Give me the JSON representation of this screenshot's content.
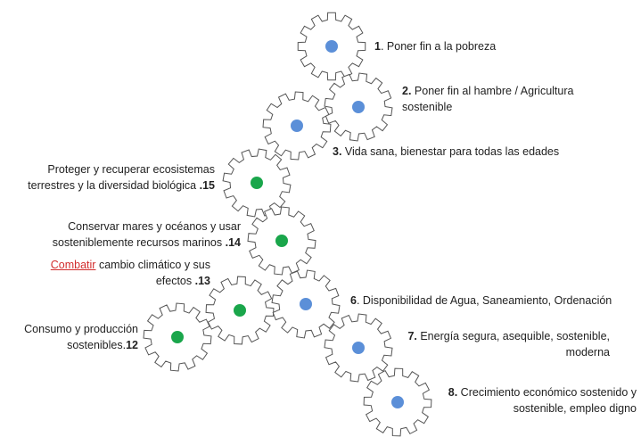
{
  "colors": {
    "gear_stroke": "#555555",
    "gear_fill": "#ffffff",
    "dot_blue": "#5b8fd8",
    "dot_green": "#1aa64b",
    "link_red": "#d22c2c"
  },
  "gears": [
    {
      "id": "goal-1",
      "dot": "blue"
    },
    {
      "id": "goal-2",
      "dot": "blue"
    },
    {
      "id": "goal-3",
      "dot": "blue"
    },
    {
      "id": "goal-15",
      "dot": "green"
    },
    {
      "id": "goal-14",
      "dot": "green"
    },
    {
      "id": "goal-13",
      "dot": "green"
    },
    {
      "id": "goal-6",
      "dot": "blue"
    },
    {
      "id": "goal-12",
      "dot": "green"
    },
    {
      "id": "goal-7",
      "dot": "blue"
    },
    {
      "id": "goal-8",
      "dot": "blue"
    }
  ],
  "labels": {
    "g1": {
      "num": "1",
      "text": ". Poner fin a la pobreza"
    },
    "g2": {
      "num": "2.",
      "line1": " Poner fin al hambre  / Agricultura",
      "line2": "sostenible"
    },
    "g3": {
      "num": "3.",
      "text": " Vida sana, bienestar para todas las edades"
    },
    "g15": {
      "line1": "Proteger y recuperar ecosistemas",
      "line2": "terrestres y la diversidad biológica ",
      "num": ".15"
    },
    "g14": {
      "line1": "Conservar mares y océanos y usar",
      "line2": "sosteniblemente recursos marinos ",
      "num": ".14"
    },
    "g13": {
      "link": "Combatir",
      "line1": " cambio climático y sus",
      "line2": "efectos  ",
      "num": ".13"
    },
    "g6": {
      "num": "6",
      "text": ". Disponibilidad de Agua, Saneamiento, Ordenación"
    },
    "g12": {
      "line1": "Consumo y producción",
      "line2": "sostenibles.",
      "num": "12"
    },
    "g7": {
      "num": "7.",
      "line1": " Energía segura, asequible, sostenible,",
      "line2": "moderna"
    },
    "g8": {
      "num": "8.",
      "line1": " Crecimiento económico sostenido y",
      "line2": "sostenible, empleo digno"
    }
  }
}
